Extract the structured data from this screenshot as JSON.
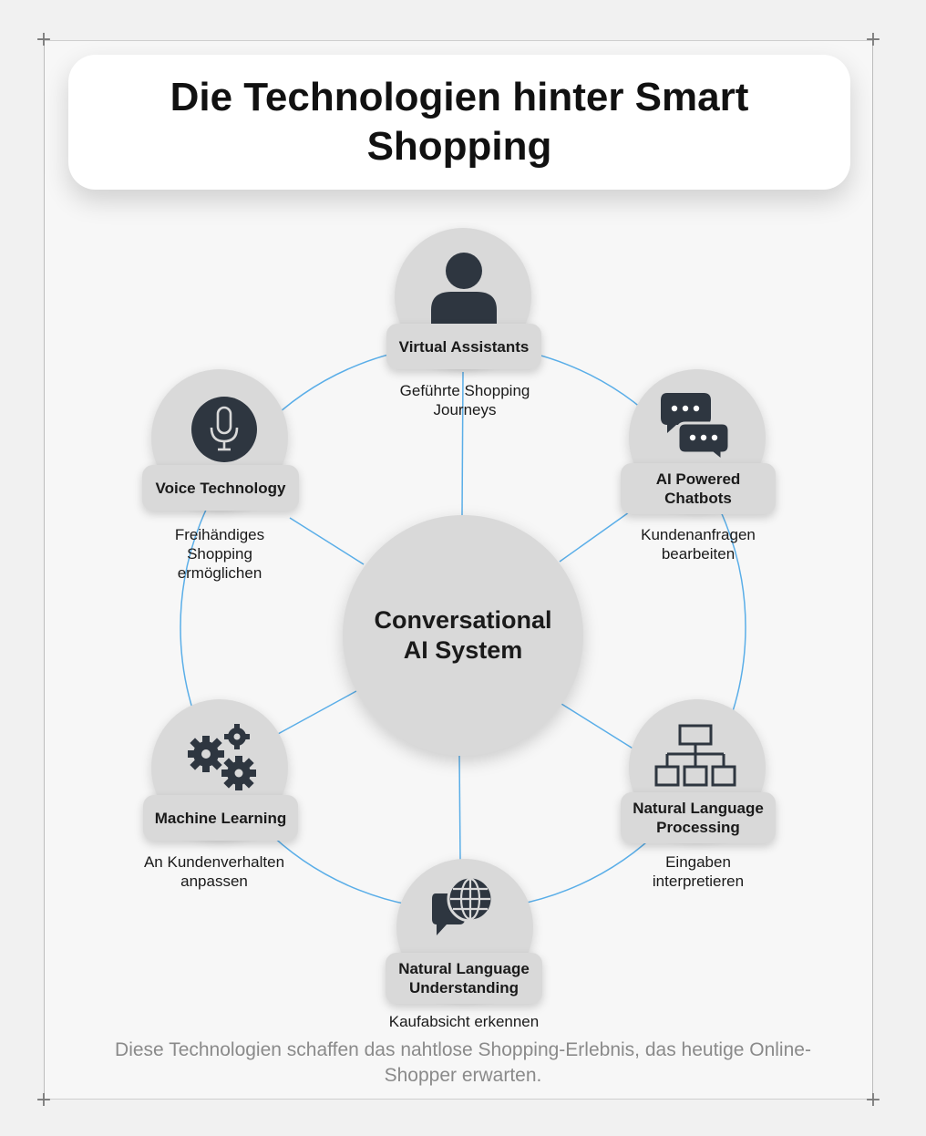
{
  "title": "Die Technologien hinter Smart Shopping",
  "center": {
    "label": "Conversational AI System"
  },
  "nodes": [
    {
      "label": "Virtual Assistants",
      "description": "Geführte Shopping Journeys",
      "icon": "user-icon"
    },
    {
      "label": "AI Powered Chatbots",
      "description": "Kundenanfragen bearbeiten",
      "icon": "chat-bubbles-icon"
    },
    {
      "label": "Natural Language Processing",
      "description": "Eingaben interpretieren",
      "icon": "sitemap-icon"
    },
    {
      "label": "Natural Language Understanding",
      "description": "Kaufabsicht erkennen",
      "icon": "globe-chat-icon"
    },
    {
      "label": "Machine Learning",
      "description": "An Kundenverhalten anpassen",
      "icon": "gears-icon"
    },
    {
      "label": "Voice Technology",
      "description": "Freihändiges Shopping ermöglichen",
      "icon": "microphone-icon"
    }
  ],
  "footer": "Diese Technologien schaffen das nahtlose Shopping-Erlebnis, das heutige Online-Shopper erwarten.",
  "colors": {
    "connector": "#5aaee8",
    "node_fill": "#d9d9d9",
    "icon": "#2e3640"
  }
}
